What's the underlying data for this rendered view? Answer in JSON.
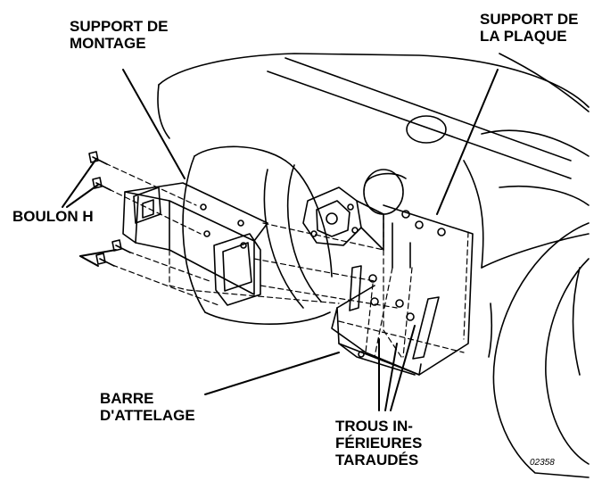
{
  "labels": {
    "support_montage": [
      "SUPPORT DE",
      "MONTAGE"
    ],
    "support_plaque": [
      "SUPPORT DE",
      "LA PLAQUE"
    ],
    "boulon_h": "BOULON H",
    "barre_attelage": [
      "BARRE",
      "D'ATTELAGE"
    ],
    "trous": [
      "TROUS IN-",
      "FÉRIEURES",
      "TARAUDÉS"
    ]
  },
  "drawing_code": "02358"
}
